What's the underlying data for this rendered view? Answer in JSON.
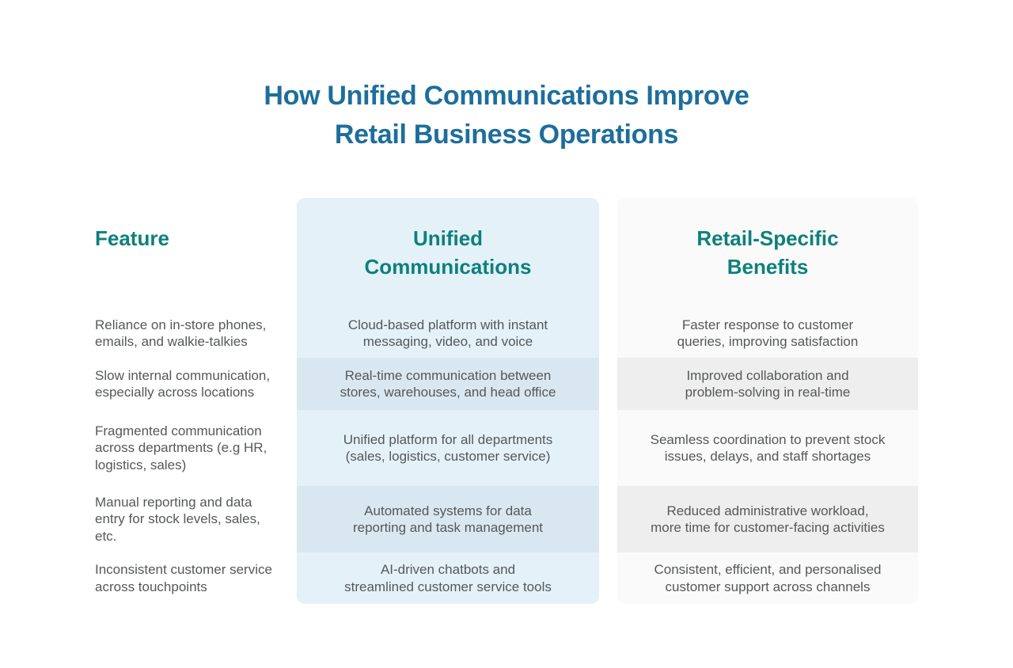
{
  "title": {
    "line1": "How Unified Communications Improve",
    "line2": "Retail Business Operations"
  },
  "chart_data": {
    "type": "table",
    "title": "How Unified Communications Improve Retail Business Operations",
    "columns": [
      "Feature",
      "Unified Communications",
      "Retail-Specific Benefits"
    ],
    "rows": [
      [
        "Reliance on in-store phones, emails, and walkie-talkies",
        "Cloud-based platform with instant messaging, video, and voice",
        "Faster response to customer queries, improving satisfaction"
      ],
      [
        "Slow internal communication, especially across locations",
        "Real-time communication between stores, warehouses, and head office",
        "Improved collaboration and problem-solving in real-time"
      ],
      [
        "Fragmented communication across departments (e.g HR, logistics, sales)",
        "Unified platform for all departments (sales, logistics, customer service)",
        "Seamless coordination to prevent stock issues, delays, and staff shortages"
      ],
      [
        "Manual reporting and data entry for stock levels, sales, etc.",
        "Automated systems for data reporting and task management",
        "Reduced administrative workload, more time for customer-facing activities"
      ],
      [
        "Inconsistent customer service across touchpoints",
        "AI-driven chatbots and streamlined customer service tools",
        "Consistent, efficient, and personalised customer support across channels"
      ]
    ],
    "layout": {
      "header_position": "top",
      "banded_row_indexes": [
        1,
        3
      ],
      "legend": "none",
      "grid": "off"
    }
  },
  "colors": {
    "page_bg": "#ffffff",
    "title_blue": "#1d6e9b",
    "heading_teal": "#0e807c",
    "body_text": "#55585a",
    "unified_panel_bg": "#e4f1f9",
    "unified_panel_band": "#d9e8f0",
    "retail_panel_bg": "#fafafa",
    "retail_panel_band": "#eeeeee"
  }
}
